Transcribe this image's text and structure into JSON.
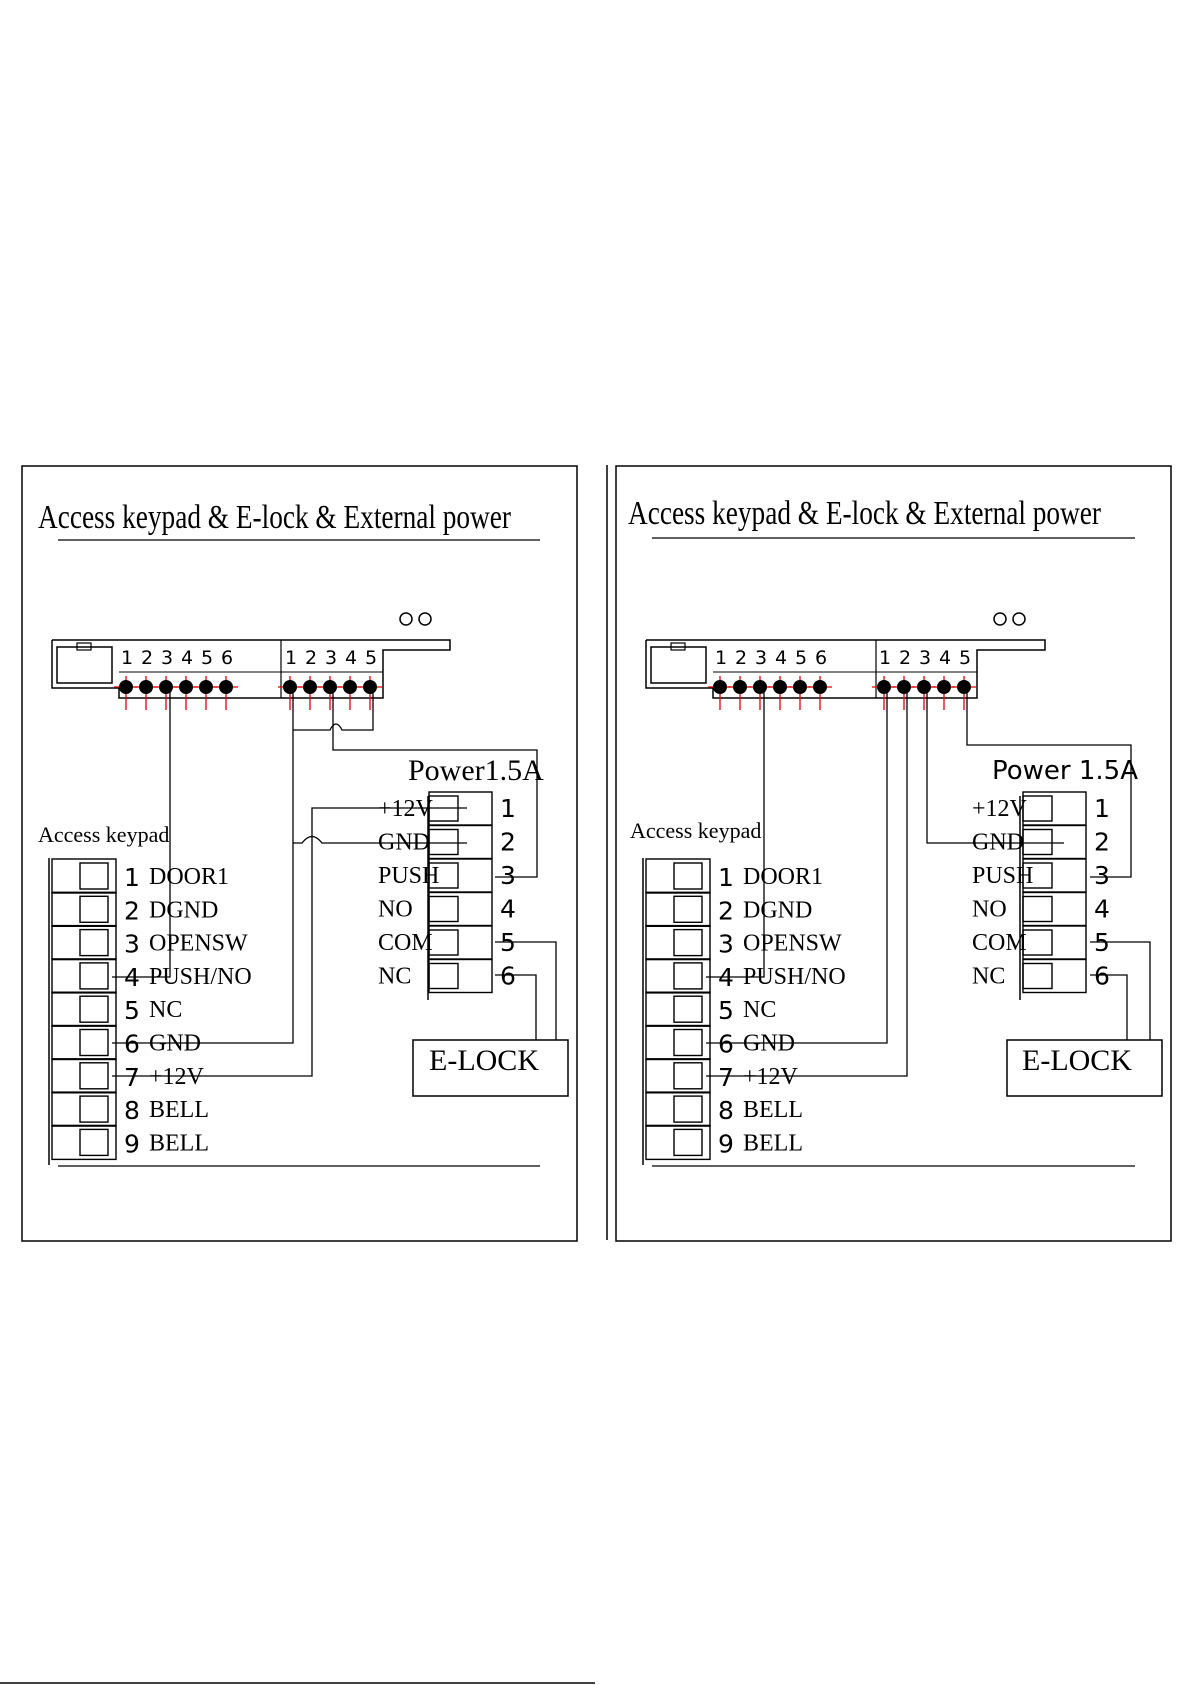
{
  "colors": {
    "ink": "#000000",
    "terminal_marker": "#e00000",
    "background": "#ffffff"
  },
  "panels": [
    {
      "title": "Access keypad & E-lock & External power",
      "board": {
        "groupA": [
          "1",
          "2",
          "3",
          "4",
          "5",
          "6"
        ],
        "groupB": [
          "1",
          "2",
          "3",
          "4",
          "5"
        ]
      },
      "power": {
        "title": "Power1.5A",
        "labels": [
          "+12V",
          "GND",
          "PUSH",
          "NO",
          "COM",
          "NC"
        ],
        "numbers": [
          "1",
          "2",
          "3",
          "4",
          "5",
          "6"
        ]
      },
      "keypad": {
        "title": "Access keypad",
        "numbers": [
          "1",
          "2",
          "3",
          "4",
          "5",
          "6",
          "7",
          "8",
          "9"
        ],
        "labels": [
          "DOOR1",
          "DGND",
          "OPENSW",
          "PUSH/NO",
          "NC",
          "GND",
          "+12V",
          "BELL",
          "BELL"
        ]
      },
      "elock": {
        "label": "E-LOCK"
      }
    },
    {
      "title": "Access keypad & E-lock & External power",
      "board": {
        "groupA": [
          "1",
          "2",
          "3",
          "4",
          "5",
          "6"
        ],
        "groupB": [
          "1",
          "2",
          "3",
          "4",
          "5"
        ]
      },
      "power": {
        "title": "Power 1.5A",
        "labels": [
          "+12V",
          "GND",
          "PUSH",
          "NO",
          "COM",
          "NC"
        ],
        "numbers": [
          "1",
          "2",
          "3",
          "4",
          "5",
          "6"
        ]
      },
      "keypad": {
        "title": "Access keypad",
        "numbers": [
          "1",
          "2",
          "3",
          "4",
          "5",
          "6",
          "7",
          "8",
          "9"
        ],
        "labels": [
          "DOOR1",
          "DGND",
          "OPENSW",
          "PUSH/NO",
          "NC",
          "GND",
          "+12V",
          "BELL",
          "BELL"
        ]
      },
      "elock": {
        "label": "E-LOCK"
      }
    }
  ]
}
